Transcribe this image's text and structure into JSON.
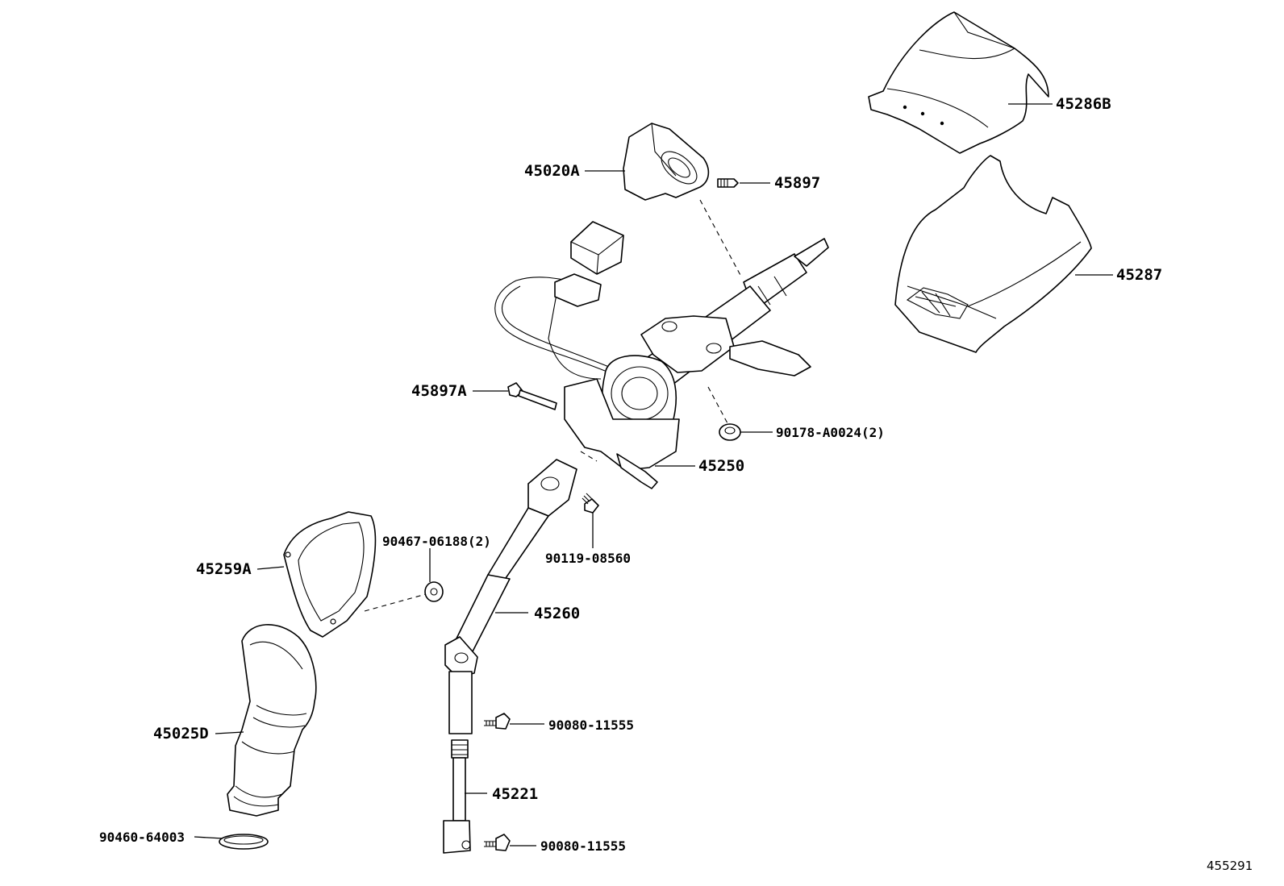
{
  "diagram": {
    "figure_code": "455291",
    "labels": {
      "p45286B": "45286B",
      "p45020A": "45020A",
      "p45897": "45897",
      "p45287": "45287",
      "p45897A": "45897A",
      "p90178": "90178-A0024(2)",
      "p45250": "45250",
      "p90467": "90467-06188(2)",
      "p90119": "90119-08560",
      "p45259A": "45259A",
      "p45260": "45260",
      "p90080a": "90080-11555",
      "p45025D": "45025D",
      "p45221": "45221",
      "p90460": "90460-64003",
      "p90080b": "90080-11555"
    }
  }
}
